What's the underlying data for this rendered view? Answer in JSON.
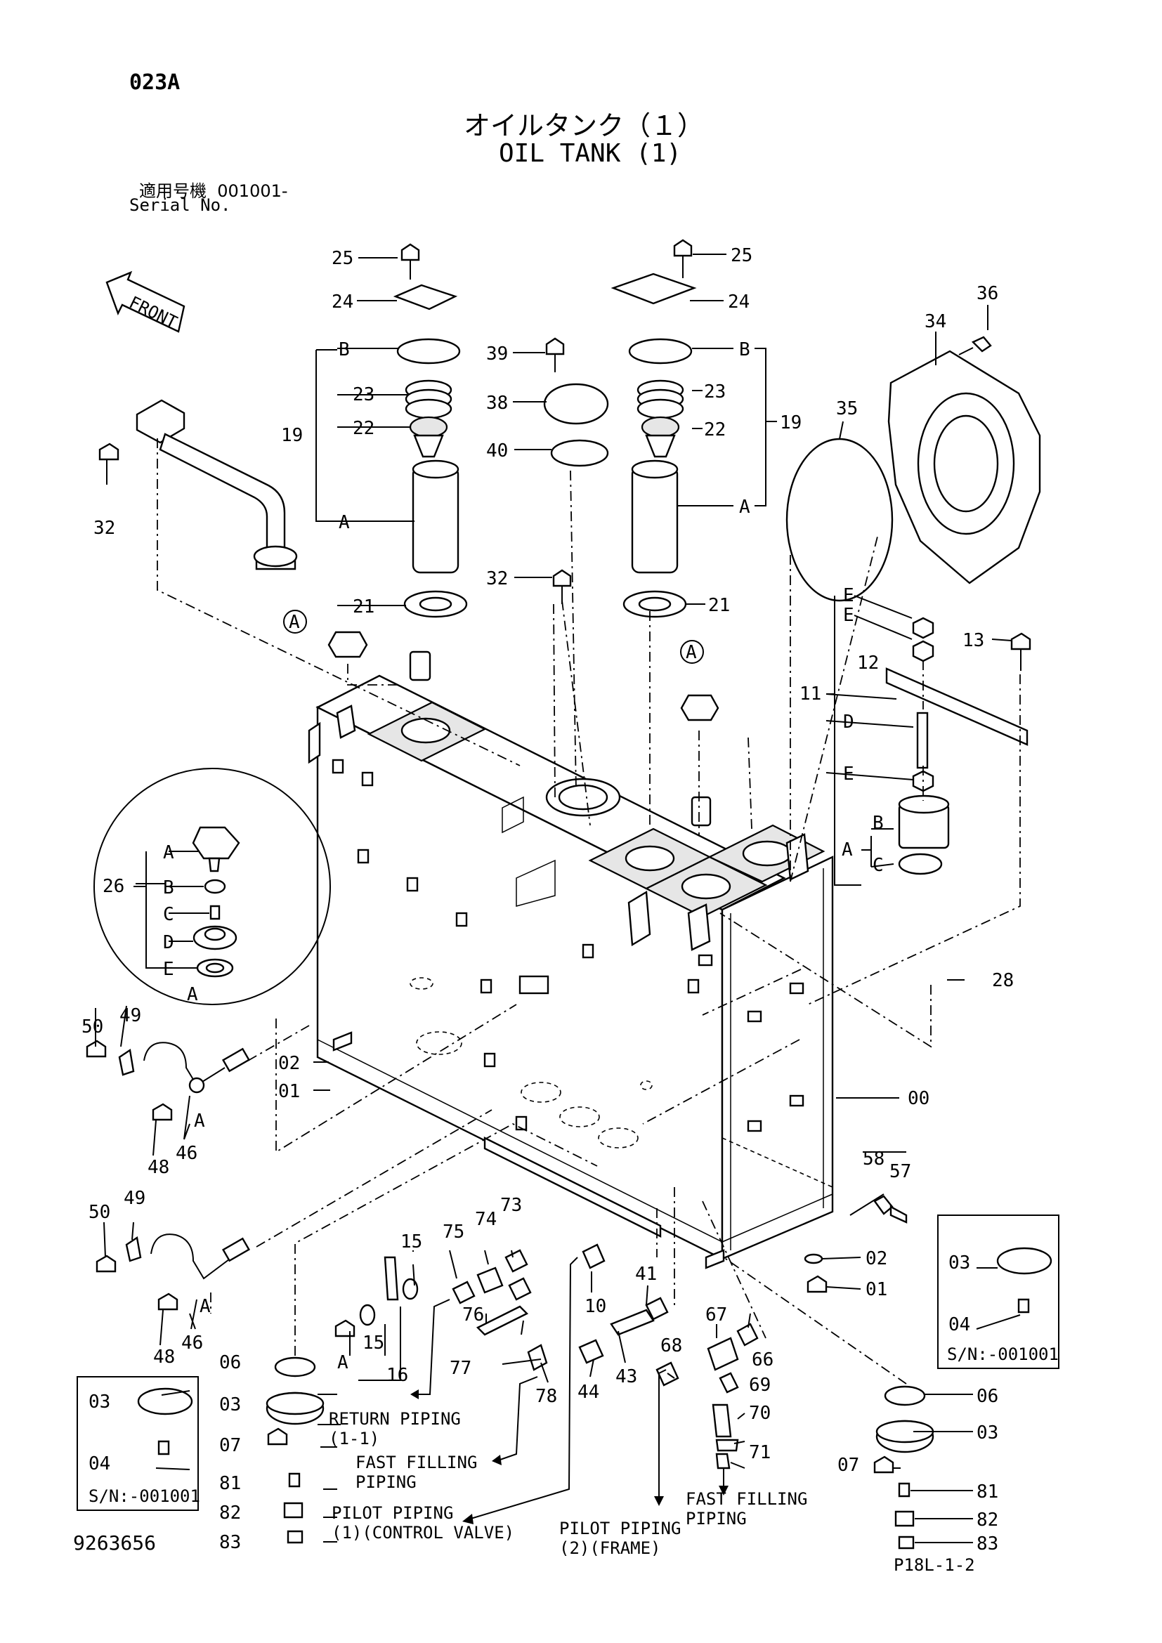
{
  "header": {
    "page_code": "023A",
    "title_jp": "オイルタンク（１）",
    "title_en": "OIL TANK (1)",
    "serial_label_jp": "適用号機",
    "serial_value": "001001-",
    "serial_label_en": "Serial No."
  },
  "front_arrow_label": "FRONT",
  "callouts": [
    {
      "id": "c25a",
      "text": "25"
    },
    {
      "id": "c24a",
      "text": "24"
    },
    {
      "id": "cBa",
      "text": "B"
    },
    {
      "id": "c23a",
      "text": "23"
    },
    {
      "id": "c22a",
      "text": "22"
    },
    {
      "id": "c19a",
      "text": "19"
    },
    {
      "id": "cAa",
      "text": "A"
    },
    {
      "id": "c21a",
      "text": "21"
    },
    {
      "id": "c32a",
      "text": "32"
    },
    {
      "id": "c39",
      "text": "39"
    },
    {
      "id": "c38",
      "text": "38"
    },
    {
      "id": "c40",
      "text": "40"
    },
    {
      "id": "c32b",
      "text": "32"
    },
    {
      "id": "c25b",
      "text": "25"
    },
    {
      "id": "c24b",
      "text": "24"
    },
    {
      "id": "cBb",
      "text": "B"
    },
    {
      "id": "c23b",
      "text": "23"
    },
    {
      "id": "c22b",
      "text": "22"
    },
    {
      "id": "c19b",
      "text": "19"
    },
    {
      "id": "cAb",
      "text": "A"
    },
    {
      "id": "c21b",
      "text": "21"
    },
    {
      "id": "c36",
      "text": "36"
    },
    {
      "id": "c34",
      "text": "34"
    },
    {
      "id": "c35",
      "text": "35"
    },
    {
      "id": "cE1",
      "text": "E"
    },
    {
      "id": "cE2",
      "text": "E"
    },
    {
      "id": "c13",
      "text": "13"
    },
    {
      "id": "c12",
      "text": "12"
    },
    {
      "id": "c11",
      "text": "11"
    },
    {
      "id": "cD",
      "text": "D"
    },
    {
      "id": "cE3",
      "text": "E"
    },
    {
      "id": "cB3",
      "text": "B"
    },
    {
      "id": "cA3",
      "text": "A"
    },
    {
      "id": "cC3",
      "text": "C"
    },
    {
      "id": "c28",
      "text": "28"
    },
    {
      "id": "c26",
      "text": "26"
    },
    {
      "id": "cDA",
      "text": "A"
    },
    {
      "id": "cDB",
      "text": "B"
    },
    {
      "id": "cDC",
      "text": "C"
    },
    {
      "id": "cDD",
      "text": "D"
    },
    {
      "id": "cDE",
      "text": "E"
    },
    {
      "id": "cDA2",
      "text": "A"
    },
    {
      "id": "c50a",
      "text": "50"
    },
    {
      "id": "c49a",
      "text": "49"
    },
    {
      "id": "c48a",
      "text": "48"
    },
    {
      "id": "c46a",
      "text": "46"
    },
    {
      "id": "cAw1",
      "text": "A"
    },
    {
      "id": "c02a",
      "text": "02"
    },
    {
      "id": "c01a",
      "text": "01"
    },
    {
      "id": "c00",
      "text": "00"
    },
    {
      "id": "c50b",
      "text": "50"
    },
    {
      "id": "c49b",
      "text": "49"
    },
    {
      "id": "c48b",
      "text": "48"
    },
    {
      "id": "c46b",
      "text": "46"
    },
    {
      "id": "cAw2",
      "text": "A"
    },
    {
      "id": "c58",
      "text": "58"
    },
    {
      "id": "c57",
      "text": "57"
    },
    {
      "id": "c02b",
      "text": "02"
    },
    {
      "id": "c01b",
      "text": "01"
    },
    {
      "id": "c15a",
      "text": "15"
    },
    {
      "id": "c75",
      "text": "75"
    },
    {
      "id": "c74",
      "text": "74"
    },
    {
      "id": "c73",
      "text": "73"
    },
    {
      "id": "c76",
      "text": "76"
    },
    {
      "id": "c77",
      "text": "77"
    },
    {
      "id": "c78",
      "text": "78"
    },
    {
      "id": "c15b",
      "text": "15"
    },
    {
      "id": "cAh",
      "text": "A"
    },
    {
      "id": "c16",
      "text": "16"
    },
    {
      "id": "c10",
      "text": "10"
    },
    {
      "id": "c41",
      "text": "41"
    },
    {
      "id": "c43",
      "text": "43"
    },
    {
      "id": "c44",
      "text": "44"
    },
    {
      "id": "c67",
      "text": "67"
    },
    {
      "id": "c66",
      "text": "66"
    },
    {
      "id": "c68",
      "text": "68"
    },
    {
      "id": "c69",
      "text": "69"
    },
    {
      "id": "c70",
      "text": "70"
    },
    {
      "id": "c71",
      "text": "71"
    },
    {
      "id": "c06a",
      "text": "06"
    },
    {
      "id": "c03a",
      "text": "03"
    },
    {
      "id": "c07a",
      "text": "07"
    },
    {
      "id": "c81a",
      "text": "81"
    },
    {
      "id": "c82a",
      "text": "82"
    },
    {
      "id": "c83a",
      "text": "83"
    },
    {
      "id": "c06b",
      "text": "06"
    },
    {
      "id": "c03b",
      "text": "03"
    },
    {
      "id": "c07b",
      "text": "07"
    },
    {
      "id": "c81b",
      "text": "81"
    },
    {
      "id": "c82b",
      "text": "82"
    },
    {
      "id": "c83b",
      "text": "83"
    }
  ],
  "inset_left": {
    "c03": "03",
    "c04": "04",
    "serial": "S/N:-001001"
  },
  "inset_right": {
    "c03": "03",
    "c04": "04",
    "serial": "S/N:-001001"
  },
  "piping_notes": {
    "return_1": "RETURN PIPING",
    "return_2": "(1-1)",
    "fast_a1": "FAST FILLING",
    "fast_a2": "PIPING",
    "pilot1_1": "PILOT PIPING",
    "pilot1_2": "(1)(CONTROL VALVE)",
    "pilot2_1": "PILOT PIPING",
    "pilot2_2": "(2)(FRAME)",
    "fast_b1": "FAST FILLING",
    "fast_b2": "PIPING"
  },
  "footer": {
    "doc_number": "9263656",
    "page_ref": "P18L-1-2"
  }
}
